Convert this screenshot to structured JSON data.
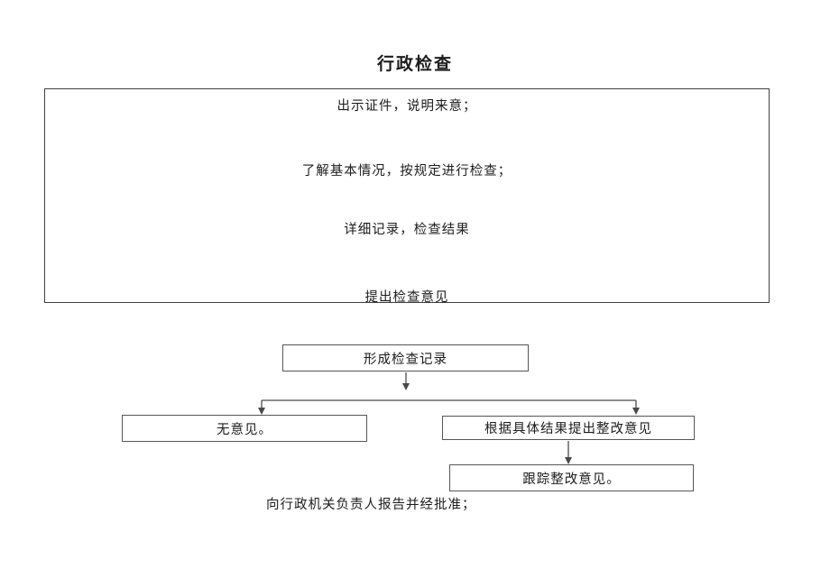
{
  "title": "行政检查",
  "panel": {
    "lines": [
      "出示证件，说明来意；",
      "了解基本情况，按规定进行检查；",
      "详细记录，检查结果",
      "提出检查意见"
    ]
  },
  "flow": {
    "record": "形成检查记录",
    "no_opinion": "无意见。",
    "rectify": "根据具体结果提出整改意见",
    "track": "跟踪整改意见。",
    "footer": "向行政机关负责人报告并经批准；"
  },
  "colors": {
    "border": "#404040",
    "connector": "#4a4a4a",
    "text": "#1c1c1c"
  }
}
